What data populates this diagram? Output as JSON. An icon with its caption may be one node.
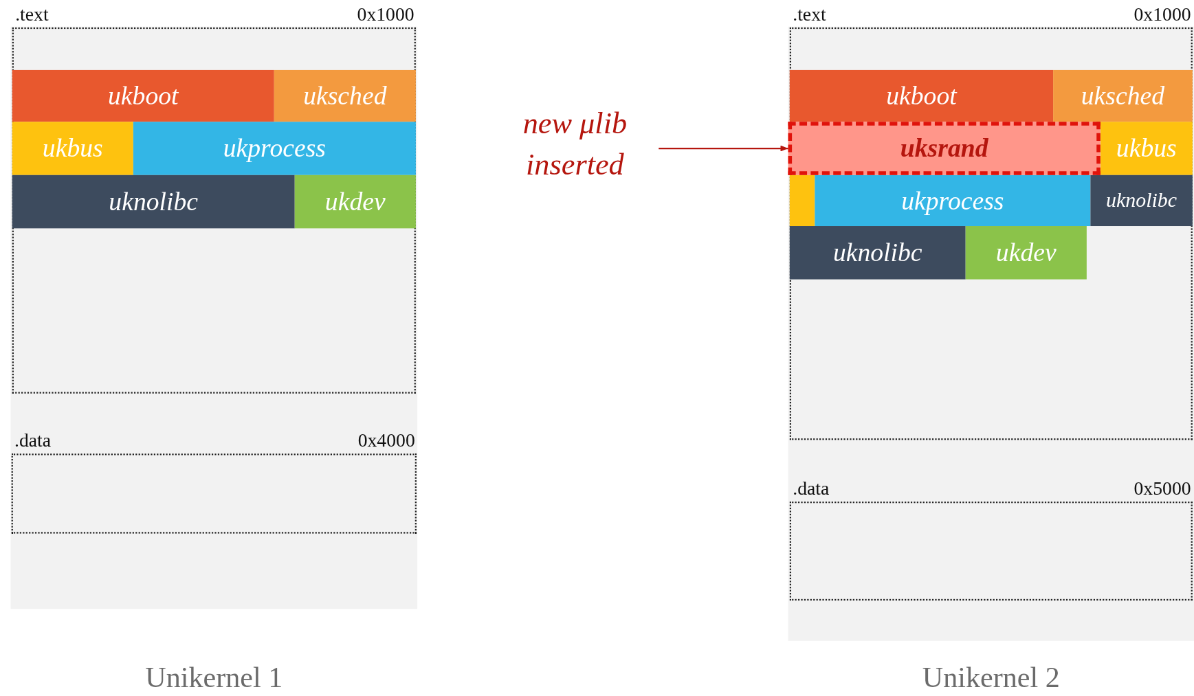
{
  "diagram": {
    "nodes": [
      {
        "text": [
          "Unikernel 1"
        ]
      },
      {
        "text": [
          ".text",
          "0x1000"
        ],
        "in": 0
      },
      {
        "text": [
          "ukboot"
        ],
        "in": 1
      },
      {
        "text": [
          "uksched"
        ],
        "in": 1
      },
      {
        "text": [
          "ukbus"
        ],
        "in": 1
      },
      {
        "text": [
          "ukprocess"
        ],
        "in": 1
      },
      {
        "text": [
          "uknolibc"
        ],
        "in": 1
      },
      {
        "text": [
          "ukdev"
        ],
        "in": 1
      },
      {
        "text": [
          ".data",
          "0x4000"
        ],
        "in": 0
      },
      {
        "text": [
          "Unikernel 2"
        ]
      },
      {
        "text": [
          ".text",
          "0x1000"
        ],
        "in": 9
      },
      {
        "text": [
          "ukboot"
        ],
        "in": 10
      },
      {
        "text": [
          "uksched"
        ],
        "in": 10
      },
      {
        "text": [
          "uksrand"
        ],
        "in": 10
      },
      {
        "text": [
          "ukbus"
        ],
        "in": 10
      },
      {
        "text": [],
        "shape": "bar",
        "in": 10
      },
      {
        "text": [
          "ukprocess"
        ],
        "in": 10
      },
      {
        "text": [
          "uknolibc"
        ],
        "in": 10
      },
      {
        "text": [
          "uknolibc"
        ],
        "in": 10
      },
      {
        "text": [
          "ukdev"
        ],
        "in": 10
      },
      {
        "text": [
          ".data",
          "0x5000"
        ],
        "in": 9
      },
      {
        "text": [
          "new μlib inserted"
        ]
      }
    ],
    "edges": [
      {
        "from": 21,
        "to": 13,
        "arrow": "to"
      }
    ]
  }
}
